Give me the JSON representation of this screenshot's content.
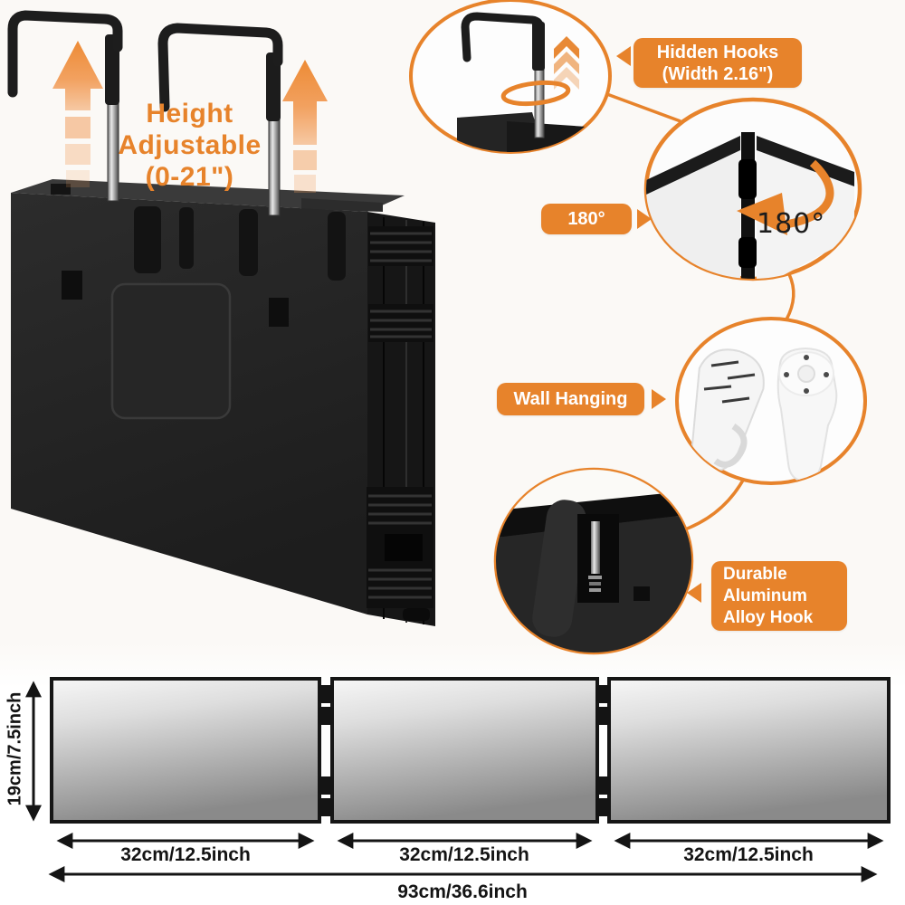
{
  "colors": {
    "accent": "#E7832B",
    "ink": "#141414"
  },
  "hero": {
    "height_label": "Height\nAdjustable\n(0-21\")"
  },
  "callouts": {
    "hidden_hooks": {
      "label": "Hidden Hooks\n(Width 2.16\")"
    },
    "rotation": {
      "label": "180°",
      "photo_label": "180°"
    },
    "wall_hanging": {
      "label": "Wall Hanging"
    },
    "alloy_hook": {
      "label": "Durable\nAluminum\nAlloy Hook"
    }
  },
  "dimensions": {
    "height": "19cm/7.5inch",
    "panels": [
      "32cm/12.5inch",
      "32cm/12.5inch",
      "32cm/12.5inch"
    ],
    "total": "93cm/36.6inch"
  }
}
